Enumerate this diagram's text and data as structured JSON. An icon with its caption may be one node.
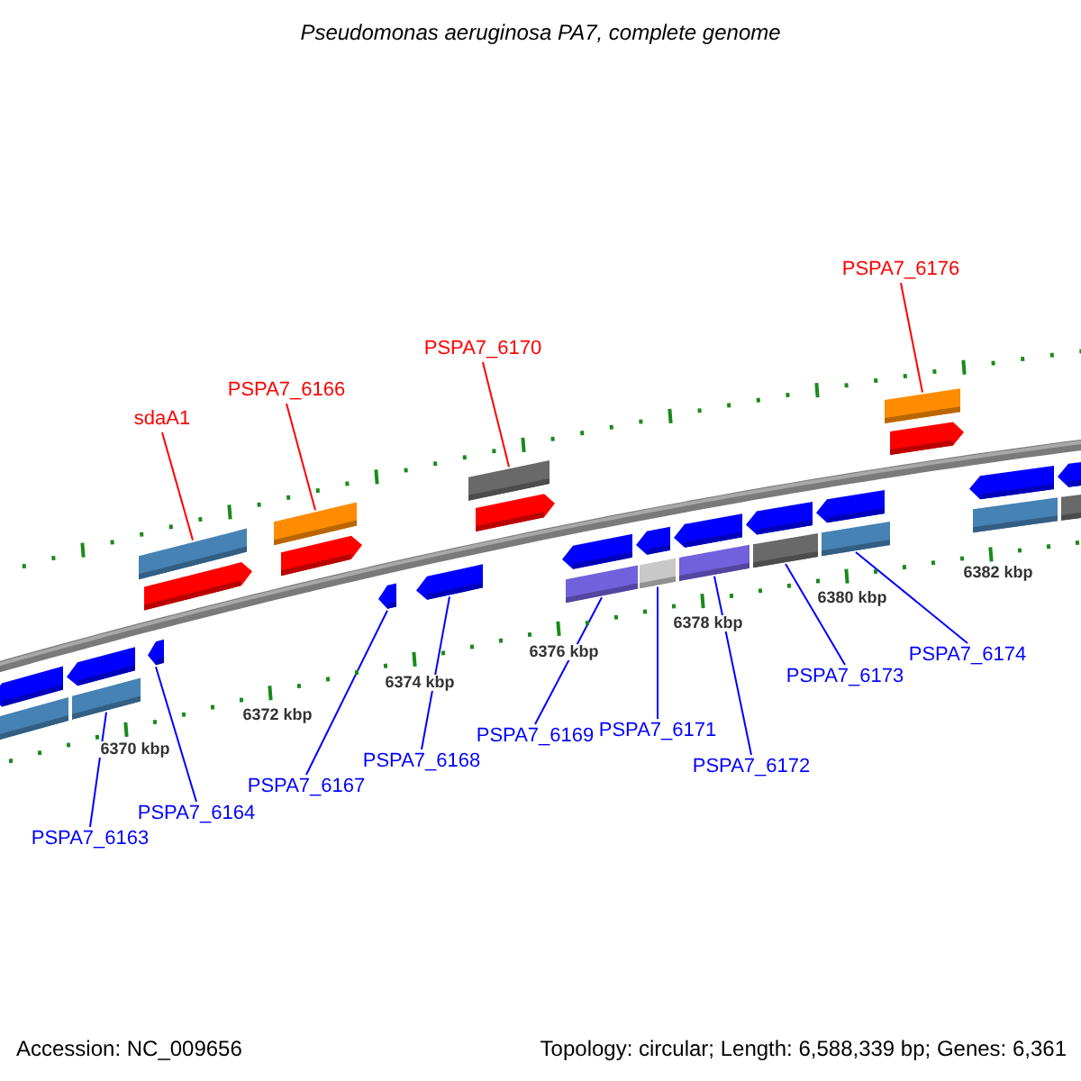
{
  "diagram": {
    "title": "Pseudomonas aeruginosa PA7, complete genome",
    "nodes": [
      {
        "text": [
          "sdaA1"
        ]
      },
      {
        "text": [
          "PSPA7_6166"
        ]
      },
      {
        "text": [
          "PSPA7_6170"
        ]
      },
      {
        "text": [
          "PSPA7_6176"
        ]
      },
      {
        "text": [
          "PSPA7_6163"
        ]
      },
      {
        "text": [
          "PSPA7_6164"
        ]
      },
      {
        "text": [
          "PSPA7_6167"
        ]
      },
      {
        "text": [
          "PSPA7_6168"
        ]
      },
      {
        "text": [
          "PSPA7_6169"
        ]
      },
      {
        "text": [
          "PSPA7_6171"
        ]
      },
      {
        "text": [
          "PSPA7_6172"
        ]
      },
      {
        "text": [
          "PSPA7_6173"
        ]
      },
      {
        "text": [
          "PSPA7_6174"
        ]
      },
      {
        "text": [],
        "shape": "arrow"
      },
      {
        "text": [],
        "shape": "bar"
      },
      {
        "text": [],
        "shape": "arrow"
      },
      {
        "text": [],
        "shape": "bar"
      },
      {
        "text": [],
        "shape": "bar"
      },
      {
        "text": [],
        "shape": "arrow"
      },
      {
        "text": [],
        "shape": "arrow"
      },
      {
        "text": [],
        "shape": "bar"
      },
      {
        "text": [],
        "shape": "arrow"
      },
      {
        "text": [],
        "shape": "arrow"
      },
      {
        "text": [],
        "shape": "arrow"
      },
      {
        "text": [],
        "shape": "bar"
      },
      {
        "text": [],
        "shape": "arrow"
      },
      {
        "text": [],
        "shape": "arrow"
      },
      {
        "text": [],
        "shape": "bar"
      },
      {
        "text": [],
        "shape": "arrow"
      },
      {
        "text": [],
        "shape": "bar"
      },
      {
        "text": [],
        "shape": "arrow"
      },
      {
        "text": [],
        "shape": "bar"
      },
      {
        "text": [],
        "shape": "arrow"
      },
      {
        "text": [],
        "shape": "bar"
      },
      {
        "text": [],
        "shape": "arrow"
      },
      {
        "text": [],
        "shape": "bar"
      },
      {
        "text": [],
        "shape": "bar"
      },
      {
        "text": [],
        "shape": "arrow"
      },
      {
        "text": [],
        "shape": "arrow"
      },
      {
        "text": [],
        "shape": "bar"
      },
      {
        "text": [],
        "shape": "arrow"
      },
      {
        "text": [],
        "shape": "bar"
      }
    ],
    "edges": [
      {
        "from": 0,
        "to": 17,
        "arrow": "none",
        "color": "#ff0000"
      },
      {
        "from": 1,
        "to": 20,
        "arrow": "none",
        "color": "#ff0000"
      },
      {
        "from": 2,
        "to": 24,
        "arrow": "none",
        "color": "#ff0000"
      },
      {
        "from": 3,
        "to": 36,
        "arrow": "none",
        "color": "#ff0000"
      },
      {
        "from": 4,
        "to": 16,
        "arrow": "none"
      },
      {
        "from": 5,
        "to": 19,
        "arrow": "none"
      },
      {
        "from": 6,
        "to": 22,
        "arrow": "none"
      },
      {
        "from": 7,
        "to": 23,
        "arrow": "none"
      },
      {
        "from": 8,
        "to": 27,
        "arrow": "none"
      },
      {
        "from": 9,
        "to": 29,
        "arrow": "none"
      },
      {
        "from": 10,
        "to": 31,
        "arrow": "none"
      },
      {
        "from": 11,
        "to": 33,
        "arrow": "none"
      },
      {
        "from": 12,
        "to": 35,
        "arrow": "none"
      }
    ],
    "labels": [
      "6370 kbp",
      "6372 kbp",
      "6374 kbp",
      "6376 kbp",
      "6378 kbp",
      "6380 kbp",
      "6382 kbp",
      "Accession: NC_009656",
      "Topology: circular; Length: 6,588,339 bp; Genes: 6,361"
    ]
  }
}
